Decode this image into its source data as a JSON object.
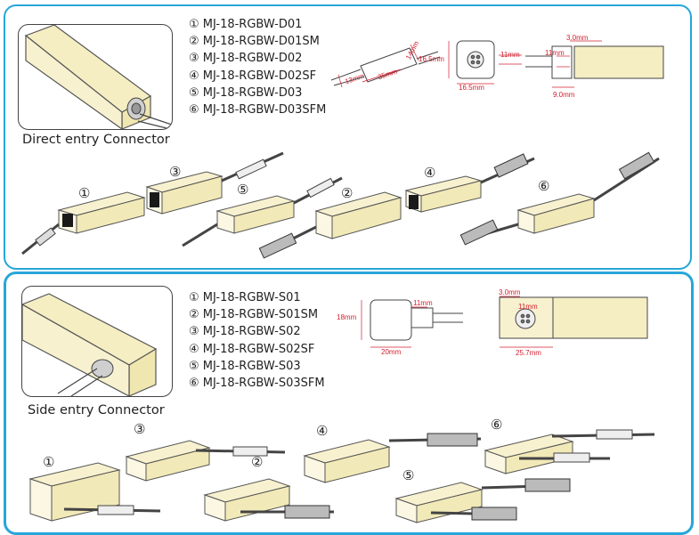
{
  "direct_section": {
    "title": "Direct entry Connector",
    "models": [
      "① MJ-18-RGBW-D01",
      "② MJ-18-RGBW-D01SM",
      "③ MJ-18-RGBW-D02",
      "④ MJ-18-RGBW-D02SF",
      "⑤ MJ-18-RGBW-D03",
      "⑥ MJ-18-RGBW-D03SFM"
    ],
    "dimensions": {
      "cap_width": "14mm",
      "cap_length": "35mm",
      "cap_diameter": "13mm",
      "front_height": "16.5mm",
      "front_width": "16.5mm",
      "cable": "11mm",
      "side_top": "3.0mm",
      "side_height": "11mm",
      "side_bottom": "9.0mm"
    },
    "product_numbers": [
      "①",
      "②",
      "③",
      "④",
      "⑤",
      "⑥"
    ]
  },
  "side_section": {
    "title": "Side entry Connector",
    "models": [
      "① MJ-18-RGBW-S01",
      "② MJ-18-RGBW-S01SM",
      "③ MJ-18-RGBW-S02",
      "④ MJ-18-RGBW-S02SF",
      "⑤ MJ-18-RGBW-S03",
      "⑥ MJ-18-RGBW-S03SFM"
    ],
    "dimensions": {
      "height": "18mm",
      "cable": "11mm",
      "width": "20mm",
      "end_top": "3.0mm",
      "end_height": "11mm",
      "end_width": "25.7mm"
    },
    "product_numbers": [
      "①",
      "②",
      "③",
      "④",
      "⑤",
      "⑥"
    ]
  },
  "colors": {
    "border": "#27a6d9",
    "strip": "#f5eec3",
    "strip_edge": "#555555",
    "dimension": "#d2202f"
  }
}
